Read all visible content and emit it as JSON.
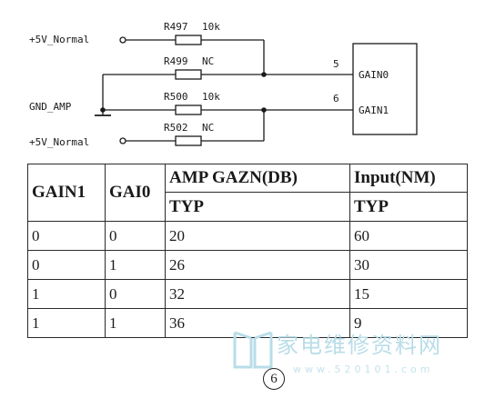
{
  "schematic": {
    "nets": {
      "vcc_top": "+5V_Normal",
      "gnd": "GND_AMP",
      "vcc_bottom": "+5V_Normal"
    },
    "resistors": [
      {
        "ref": "R497",
        "value": "10k"
      },
      {
        "ref": "R499",
        "value": "NC"
      },
      {
        "ref": "R500",
        "value": "10k"
      },
      {
        "ref": "R502",
        "value": "NC"
      }
    ],
    "ic": {
      "pins": [
        {
          "number": "5",
          "name": "GAIN0"
        },
        {
          "number": "6",
          "name": "GAIN1"
        }
      ]
    }
  },
  "table": {
    "headers": {
      "gain1": "GAIN1",
      "gai0": "GAI0",
      "amp_gain": "AMP GAZN(DB)",
      "input": "Input(NM)",
      "typ_amp": "TYP",
      "typ_input": "TYP"
    },
    "rows": [
      {
        "gain1": "0",
        "gai0": "0",
        "amp": "20",
        "input": "60"
      },
      {
        "gain1": "0",
        "gai0": "1",
        "amp": "26",
        "input": "30"
      },
      {
        "gain1": "1",
        "gai0": "0",
        "amp": "32",
        "input": "15"
      },
      {
        "gain1": "1",
        "gai0": "1",
        "amp": "36",
        "input": "9"
      }
    ]
  },
  "watermark": {
    "title": "家电维修资料网",
    "url": "www.520101.com"
  },
  "page_number": "6"
}
